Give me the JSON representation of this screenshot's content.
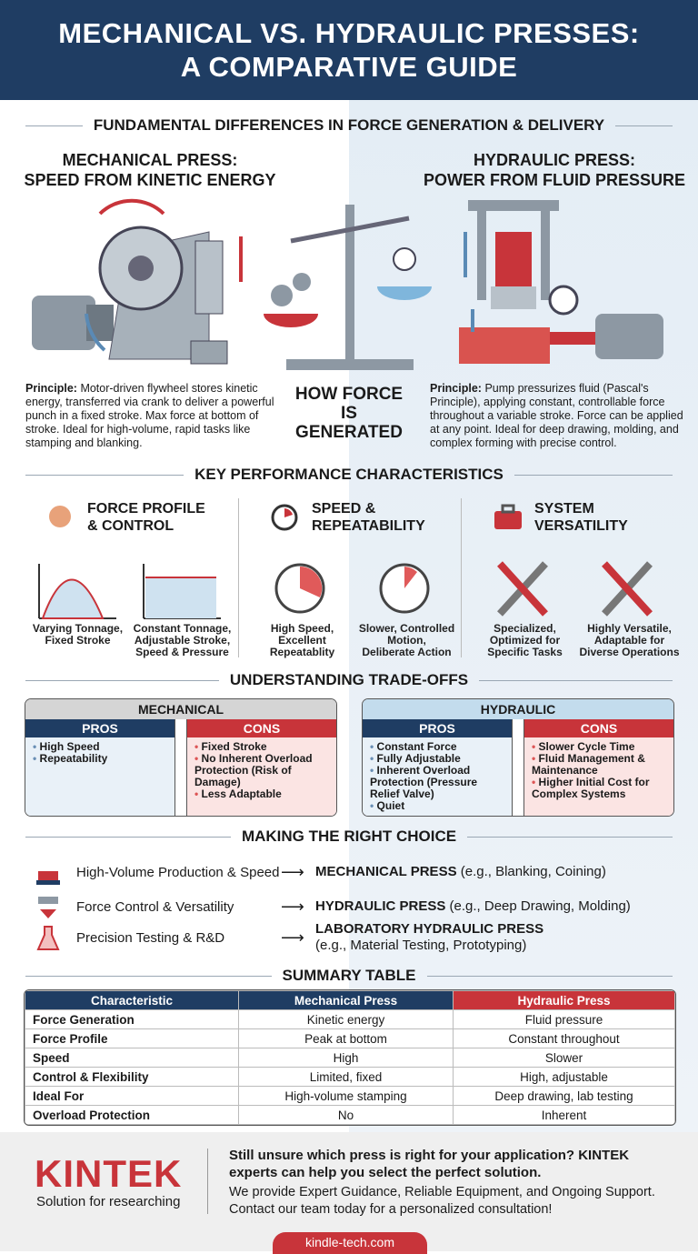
{
  "header": {
    "line1": "MECHANICAL VS. HYDRAULIC PRESSES:",
    "line2": "A COMPARATIVE GUIDE"
  },
  "fundamentals": {
    "title": "FUNDAMENTAL DIFFERENCES IN FORCE GENERATION & DELIVERY",
    "mechanical": {
      "title1": "MECHANICAL PRESS:",
      "title2": "SPEED FROM KINETIC ENERGY",
      "label": "Principle:",
      "text": " Motor-driven flywheel stores kinetic energy, transferred via crank to deliver a powerful punch in a fixed stroke. Max force at bottom of stroke. Ideal for high-volume, rapid tasks like stamping and blanking."
    },
    "center": {
      "line1": "HOW FORCE",
      "line2": "IS GENERATED"
    },
    "hydraulic": {
      "title1": "HYDRAULIC PRESS:",
      "title2": "POWER FROM FLUID PRESSURE",
      "label": "Principle:",
      "text": " Pump pressurizes fluid (Pascal's Principle), applying constant, controllable force throughout a variable stroke. Force can be applied at any point. Ideal for deep drawing, molding, and complex forming with precise control."
    }
  },
  "performance": {
    "title": "KEY PERFORMANCE CHARACTERISTICS",
    "columns": [
      {
        "title1": "FORCE PROFILE",
        "title2": "& CONTROL",
        "icon": "flexed-arm-icon",
        "items": [
          {
            "l1": "Varying Tonnage,",
            "l2": "Fixed Stroke",
            "l3": ""
          },
          {
            "l1": "Constant Tonnage,",
            "l2": "Adjustable Stroke,",
            "l3": "Speed & Pressure"
          }
        ]
      },
      {
        "title1": "SPEED &",
        "title2": "REPEATABILITY",
        "icon": "stopwatch-icon",
        "items": [
          {
            "l1": "High Speed,",
            "l2": "Excellent",
            "l3": "Repeatablity"
          },
          {
            "l1": "Slower, Controlled",
            "l2": "Motion,",
            "l3": "Deliberate Action"
          }
        ]
      },
      {
        "title1": "SYSTEM",
        "title2": "VERSATILITY",
        "icon": "toolbox-icon",
        "items": [
          {
            "l1": "Specialized,",
            "l2": "Optimized for",
            "l3": "Specific Tasks"
          },
          {
            "l1": "Highly Versatile,",
            "l2": "Adaptable for",
            "l3": "Diverse Operations"
          }
        ]
      }
    ]
  },
  "tradeoffs": {
    "title": "UNDERSTANDING TRADE-OFFS",
    "pros_label": "PROS",
    "cons_label": "CONS",
    "mechanical": {
      "title": "MECHANICAL",
      "pros": [
        "High Speed",
        "Repeatability"
      ],
      "cons": [
        "Fixed Stroke",
        "No Inherent Overload Protection (Risk of Damage)",
        "Less Adaptable"
      ]
    },
    "hydraulic": {
      "title": "HYDRAULIC",
      "pros": [
        "Constant Force",
        "Fully Adjustable",
        "Inherent Overload Protection (Pressure Relief Valve)",
        "Quiet"
      ],
      "cons": [
        "Slower Cycle Time",
        "Fluid Management & Maintenance",
        "Higher Initial Cost for Complex Systems"
      ]
    }
  },
  "choice": {
    "title": "MAKING THE RIGHT CHOICE",
    "rows": [
      {
        "need": "High-Volume Production & Speed",
        "press": "MECHANICAL PRESS",
        "eg": " (e.g., Blanking, Coining)",
        "icon": "conveyor-icon"
      },
      {
        "need": "Force Control & Versatility",
        "press": "HYDRAULIC PRESS",
        "eg": " (e.g., Deep Drawing, Molding)",
        "icon": "press-die-icon"
      },
      {
        "need": "Precision Testing & R&D",
        "press": "LABORATORY HYDRAULIC PRESS",
        "eg": "(e.g., Material Testing, Prototyping)",
        "icon": "flask-icon"
      }
    ]
  },
  "summary": {
    "title": "SUMMARY TABLE",
    "headers": [
      "Characteristic",
      "Mechanical Press",
      "Hydraulic Press"
    ],
    "rows": [
      [
        "Force Generation",
        "Kinetic energy",
        "Fluid pressure"
      ],
      [
        "Force Profile",
        "Peak at bottom",
        "Constant throughout"
      ],
      [
        "Speed",
        "High",
        "Slower"
      ],
      [
        "Control & Flexibility",
        "Limited, fixed",
        "High, adjustable"
      ],
      [
        "Ideal For",
        "High-volume stamping",
        "Deep drawing, lab testing"
      ],
      [
        "Overload Protection",
        "No",
        "Inherent"
      ]
    ]
  },
  "footer": {
    "logo": "KINTEK",
    "tagline": "Solution for researching",
    "headline": "Still unsure which press is right for your application? KINTEK experts can help you select the perfect solution.",
    "body": "We provide Expert Guidance, Reliable Equipment, and Ongoing Support. Contact our team today for a personalized consultation!",
    "url": "kindle-tech.com"
  },
  "colors": {
    "navy": "#1f3d63",
    "red": "#c8343a",
    "light_blue": "#e4edf5"
  }
}
